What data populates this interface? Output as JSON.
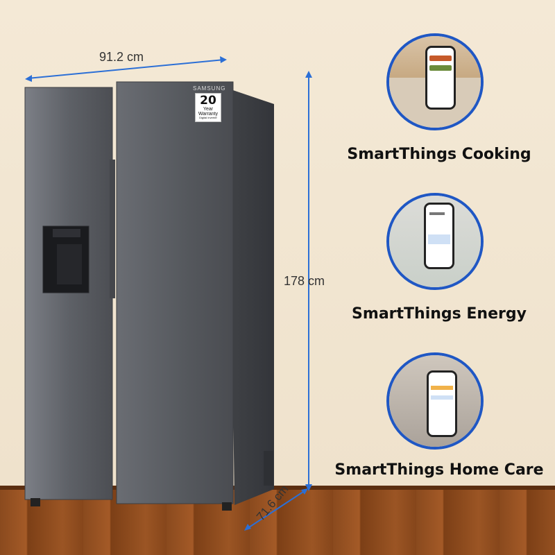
{
  "dimensions": {
    "width": "91.2 cm",
    "height": "178 cm",
    "depth": "71.6 cm"
  },
  "badge": {
    "brand": "SAMSUNG",
    "years": "20",
    "line1": "Year",
    "line2": "Warranty",
    "line3": "Digital Inverter"
  },
  "features": [
    {
      "label": "SmartThings Cooking"
    },
    {
      "label": "SmartThings Energy"
    },
    {
      "label": "SmartThings Home Care"
    }
  ],
  "colors": {
    "accent": "#1f57c4",
    "fridge": "#56585d",
    "dimension_line": "#2b6fd6"
  }
}
